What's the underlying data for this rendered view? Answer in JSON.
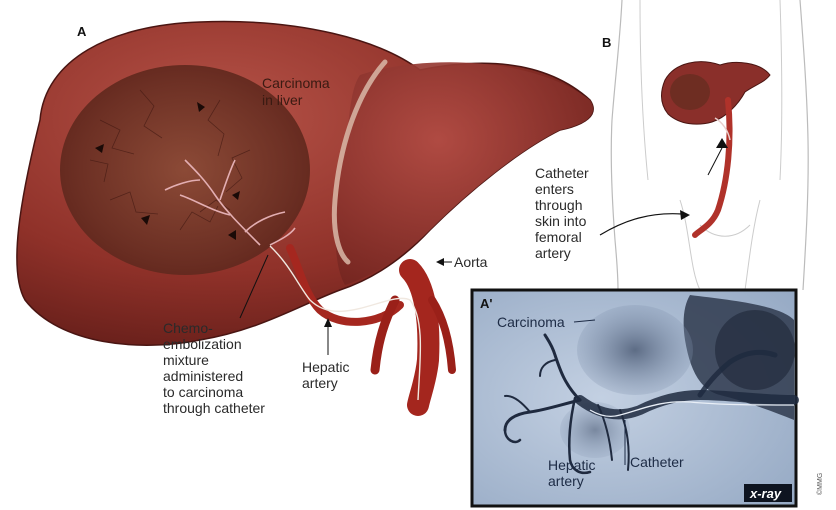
{
  "panels": {
    "a": "A",
    "b": "B",
    "a_prime": "A'"
  },
  "labels": {
    "carcinoma_in_liver": [
      "Carcinoma",
      "in liver"
    ],
    "chemoembolization": [
      "Chemo-",
      "embolization",
      "mixture",
      "administered",
      "to carcinoma",
      "through catheter"
    ],
    "hepatic_artery": [
      "Hepatic",
      "artery"
    ],
    "aorta": "Aorta",
    "catheter_entry": [
      "Catheter",
      "enters",
      "through",
      "skin into",
      "femoral",
      "artery"
    ]
  },
  "xray": {
    "carcinoma": "Carcinoma",
    "hepatic_artery": [
      "Hepatic",
      "artery"
    ],
    "catheter": "Catheter",
    "modality_tag": "x-ray"
  },
  "credit": "©MMG",
  "colors": {
    "liver_base": "#8a2f2a",
    "liver_light": "#a7473d",
    "tumor": "#6e2d22",
    "artery": "#b0322a",
    "xray_bg": "#aebfd6",
    "xray_frame": "#111111"
  }
}
